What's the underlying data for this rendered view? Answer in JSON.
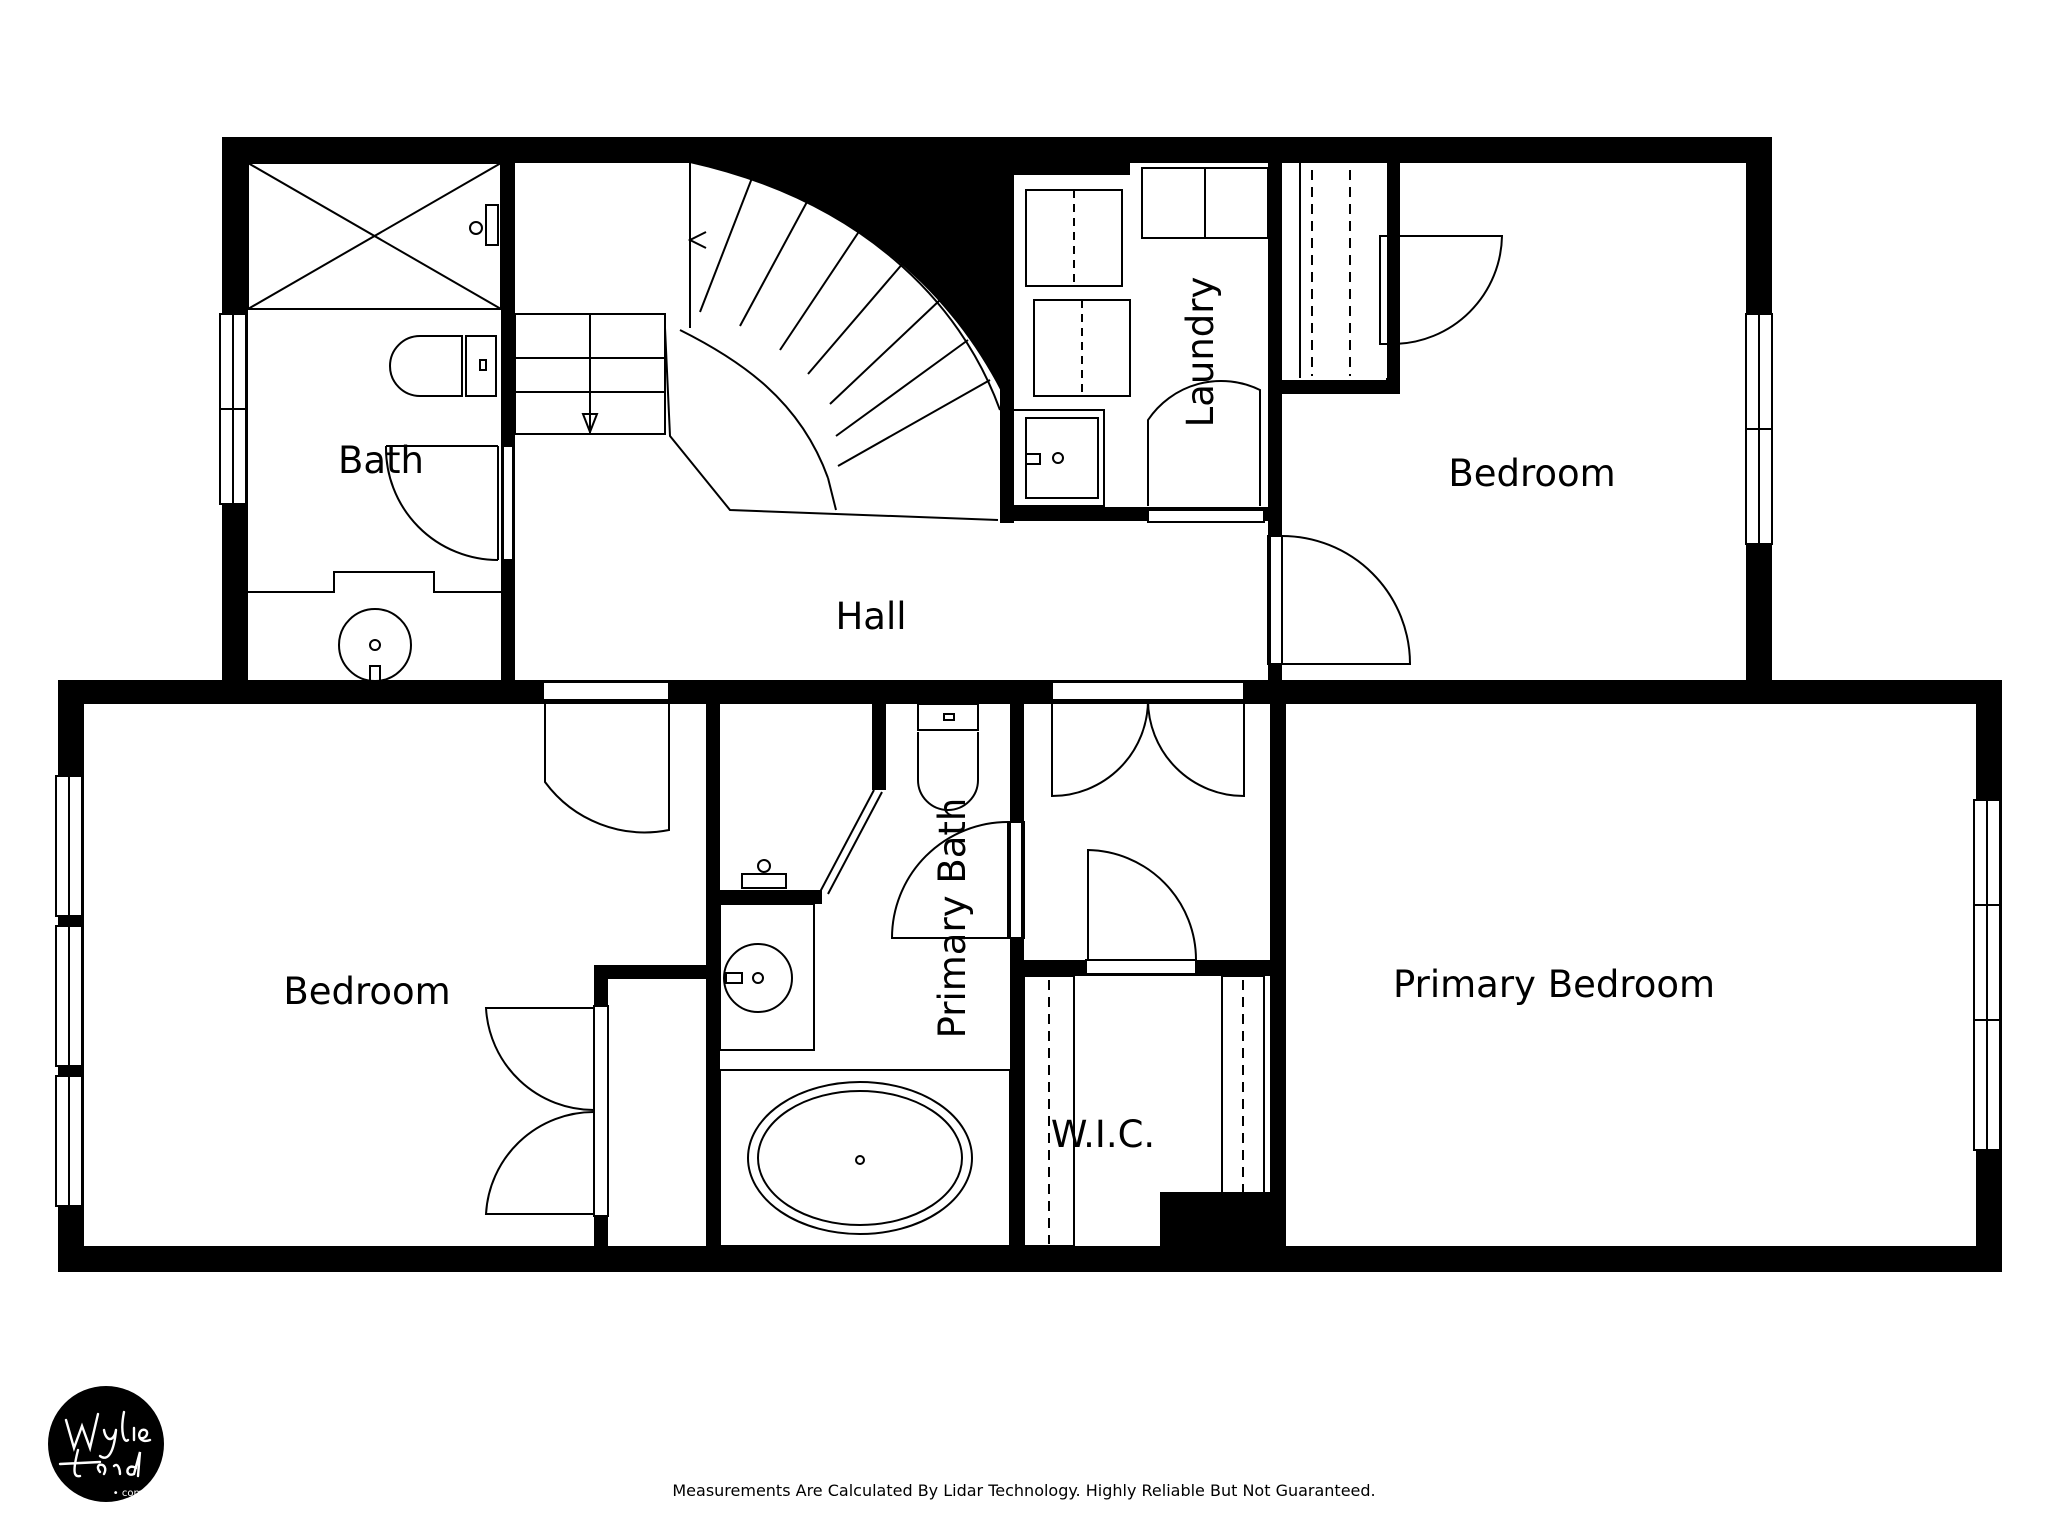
{
  "rooms": {
    "bath": "Bath",
    "hall": "Hall",
    "laundry": "Laundry",
    "bedroom_right": "Bedroom",
    "bedroom_left": "Bedroom",
    "primary_bath": "Primary Bath",
    "primary_bedroom": "Primary Bedroom",
    "wic": "W.I.C."
  },
  "logo": {
    "text": "Wylie Ford .com"
  },
  "footer": {
    "disclaimer": "Measurements Are Calculated By Lidar Technology. Highly Reliable But Not Guaranteed."
  },
  "colors": {
    "wall": "#000000",
    "background": "#ffffff"
  }
}
